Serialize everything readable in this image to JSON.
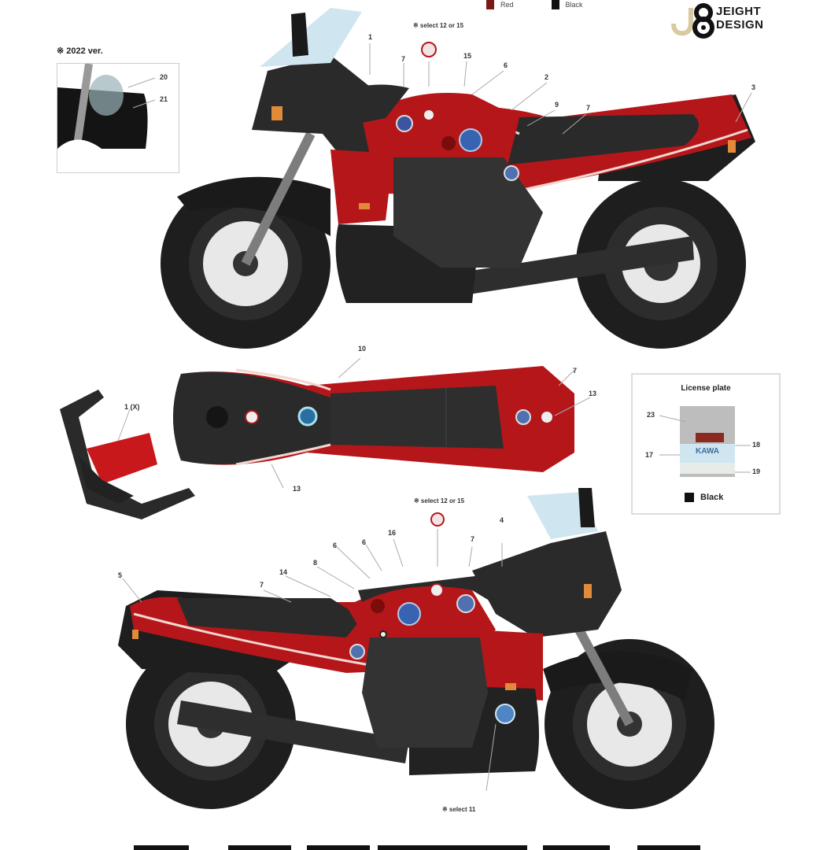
{
  "header": {
    "legend": [
      {
        "label": "Red",
        "color": "#7a1a14"
      },
      {
        "label": "Black",
        "color": "#111111"
      }
    ],
    "brand": {
      "line1": "JEIGHT",
      "line2": "DESIGN",
      "logo_number": "J8"
    }
  },
  "inset_2022": {
    "version_label": "※ 2022 ver.",
    "callouts": [
      "20",
      "21"
    ]
  },
  "top_view_side_right": {
    "select_note": "※ select 12 or 15",
    "callouts": [
      "1",
      "7",
      "15",
      "6",
      "2",
      "9",
      "7",
      "3"
    ]
  },
  "top_view_tank": {
    "callouts": [
      "10",
      "7",
      "13",
      "13"
    ]
  },
  "cowl_part": {
    "callouts": [
      "1 (X)"
    ]
  },
  "license_plate": {
    "title": "License plate",
    "callouts": [
      "23",
      "18",
      "17",
      "19"
    ],
    "plate_text": "KAWA",
    "legend_label": "Black",
    "legend_color": "#111111"
  },
  "bottom_view_side_left": {
    "select_note_top": "※ select 12 or 15",
    "select_note_bottom": "※ select 11",
    "callouts": [
      "5",
      "7",
      "14",
      "8",
      "6",
      "6",
      "16",
      "7",
      "4"
    ]
  },
  "colors": {
    "red": "#b5161a",
    "dark_red": "#7a1410",
    "black_body": "#2a2a2a",
    "tire": "#1e1e1e",
    "stripe": "#f2d7d0",
    "windshield": "#cfe6f0",
    "amber": "#e08a3a"
  }
}
